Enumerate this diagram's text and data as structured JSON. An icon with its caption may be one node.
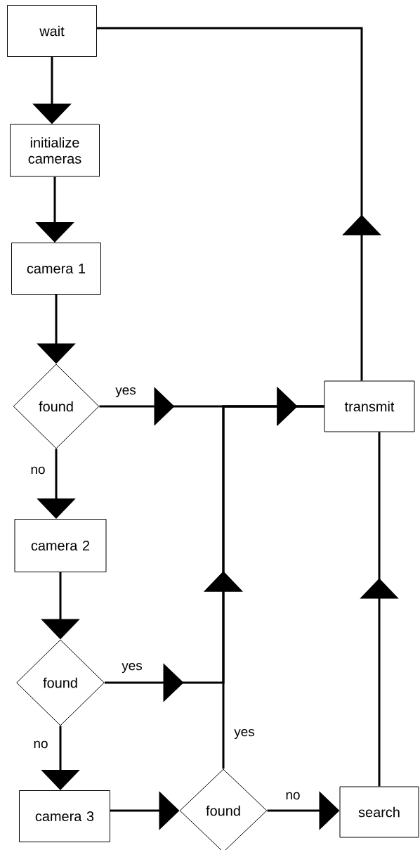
{
  "diagram": {
    "nodes": [
      {
        "text": [
          "wait"
        ]
      },
      {
        "text": [
          "initialize cameras"
        ]
      },
      {
        "text": [
          "camera 1"
        ]
      },
      {
        "text": [
          "found"
        ]
      },
      {
        "text": [
          "transmit"
        ]
      },
      {
        "text": [
          "camera 2"
        ]
      },
      {
        "text": [
          "found"
        ]
      },
      {
        "text": [
          "camera 3"
        ]
      },
      {
        "text": [
          "found"
        ]
      },
      {
        "text": [
          "search"
        ]
      }
    ],
    "edges": [
      {
        "from": 0,
        "to": 1,
        "arrow": "to"
      },
      {
        "from": 1,
        "to": 2,
        "arrow": "to"
      },
      {
        "from": 2,
        "to": 3,
        "arrow": "to"
      },
      {
        "from": 3,
        "to": 4,
        "arrow": "to",
        "label": "yes"
      },
      {
        "from": 3,
        "to": 5,
        "arrow": "to",
        "label": "no"
      },
      {
        "from": 5,
        "to": 6,
        "arrow": "to"
      },
      {
        "from": 6,
        "to": 4,
        "arrow": "to",
        "label": "yes"
      },
      {
        "from": 6,
        "to": 7,
        "arrow": "to",
        "label": "no"
      },
      {
        "from": 7,
        "to": 8,
        "arrow": "to"
      },
      {
        "from": 8,
        "to": 4,
        "arrow": "to",
        "label": "yes"
      },
      {
        "from": 8,
        "to": 9,
        "arrow": "to",
        "label": "no"
      },
      {
        "from": 9,
        "to": 4,
        "arrow": "to"
      },
      {
        "from": 4,
        "to": 0,
        "arrow": "to"
      }
    ]
  }
}
